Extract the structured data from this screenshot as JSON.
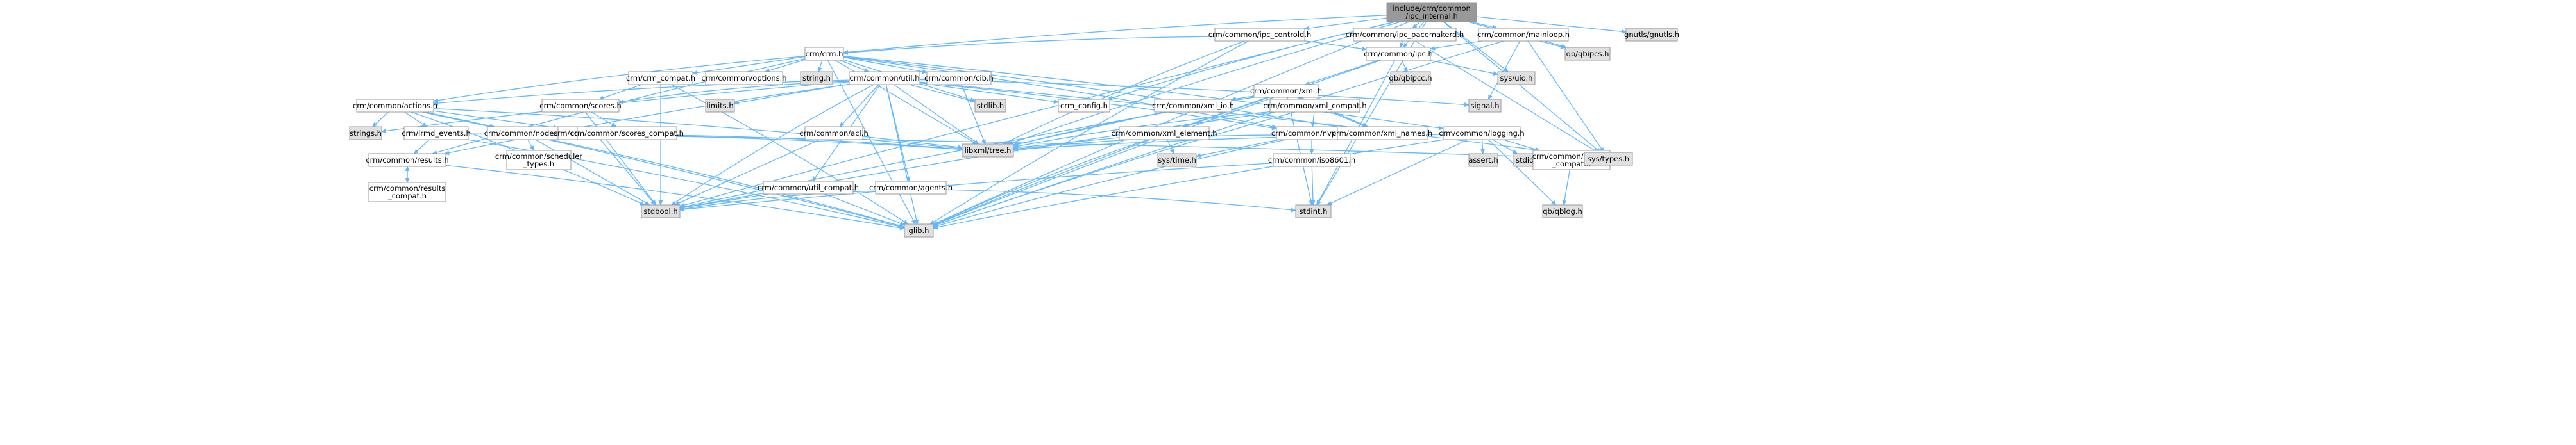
{
  "colors": {
    "root_fill": "#999999",
    "node_fill": "#ffffff",
    "system_fill": "#e0e0e0",
    "border": "#999999",
    "border_highlight": "#ff0000",
    "edge": "#63b8ff"
  },
  "nodes": [
    {
      "id": "root",
      "label": "include/crm/common\n/ipc_internal.h",
      "kind": "root"
    },
    {
      "id": "ipc_controld",
      "label": "crm/common/ipc_controld.h",
      "kind": "file"
    },
    {
      "id": "ipc_pacemakerd",
      "label": "crm/common/ipc_pacemakerd.h",
      "kind": "file"
    },
    {
      "id": "mainloop",
      "label": "crm/common/mainloop.h",
      "kind": "file"
    },
    {
      "id": "gnutls",
      "label": "gnutls/gnutls.h",
      "kind": "system"
    },
    {
      "id": "crm",
      "label": "crm/crm.h",
      "kind": "file"
    },
    {
      "id": "ipc",
      "label": "crm/common/ipc.h",
      "kind": "file"
    },
    {
      "id": "qbipcs",
      "label": "qb/qbipcs.h",
      "kind": "system"
    },
    {
      "id": "crm_compat",
      "label": "crm/crm_compat.h",
      "kind": "file"
    },
    {
      "id": "options",
      "label": "crm/common/options.h",
      "kind": "file"
    },
    {
      "id": "string",
      "label": "string.h",
      "kind": "system"
    },
    {
      "id": "util",
      "label": "crm/common/util.h",
      "kind": "file"
    },
    {
      "id": "cib",
      "label": "crm/common/cib.h",
      "kind": "file"
    },
    {
      "id": "qbipcc",
      "label": "qb/qbipcc.h",
      "kind": "system"
    },
    {
      "id": "sysuio",
      "label": "sys/uio.h",
      "kind": "system"
    },
    {
      "id": "xml",
      "label": "crm/common/xml.h",
      "kind": "file"
    },
    {
      "id": "actions",
      "label": "crm/common/actions.h",
      "kind": "file"
    },
    {
      "id": "scores",
      "label": "crm/common/scores.h",
      "kind": "file"
    },
    {
      "id": "limits",
      "label": "limits.h",
      "kind": "system"
    },
    {
      "id": "stdlib",
      "label": "stdlib.h",
      "kind": "system"
    },
    {
      "id": "crm_config",
      "label": "crm_config.h",
      "kind": "file"
    },
    {
      "id": "xml_io",
      "label": "crm/common/xml_io.h",
      "kind": "file"
    },
    {
      "id": "xml_compat",
      "label": "crm/common/xml_compat.h",
      "kind": "highlight"
    },
    {
      "id": "signal",
      "label": "signal.h",
      "kind": "system"
    },
    {
      "id": "strings",
      "label": "strings.h",
      "kind": "system"
    },
    {
      "id": "lrmd_events",
      "label": "crm/lrmd_events.h",
      "kind": "file"
    },
    {
      "id": "nodes",
      "label": "crm/common/nodes.h",
      "kind": "file"
    },
    {
      "id": "probes",
      "label": "crm/common/probes.h",
      "kind": "file"
    },
    {
      "id": "scores_compat",
      "label": "crm/common/scores_compat.h",
      "kind": "file"
    },
    {
      "id": "acl",
      "label": "crm/common/acl.h",
      "kind": "file"
    },
    {
      "id": "xml_element",
      "label": "crm/common/xml_element.h",
      "kind": "highlight"
    },
    {
      "id": "nvpair",
      "label": "crm/common/nvpair.h",
      "kind": "highlight"
    },
    {
      "id": "xml_names",
      "label": "crm/common/xml_names.h",
      "kind": "file"
    },
    {
      "id": "logging",
      "label": "crm/common/logging.h",
      "kind": "file"
    },
    {
      "id": "results",
      "label": "crm/common/results.h",
      "kind": "file"
    },
    {
      "id": "scheduler_types",
      "label": "crm/common/scheduler\n_types.h",
      "kind": "file"
    },
    {
      "id": "libxml",
      "label": "libxml/tree.h",
      "kind": "system"
    },
    {
      "id": "systime",
      "label": "sys/time.h",
      "kind": "system"
    },
    {
      "id": "iso8601",
      "label": "crm/common/iso8601.h",
      "kind": "highlight"
    },
    {
      "id": "assert",
      "label": "assert.h",
      "kind": "system"
    },
    {
      "id": "stdio",
      "label": "stdio.h",
      "kind": "system"
    },
    {
      "id": "logging_compat",
      "label": "crm/common/logging\n_compat.h",
      "kind": "file"
    },
    {
      "id": "systypes",
      "label": "sys/types.h",
      "kind": "system"
    },
    {
      "id": "util_compat",
      "label": "crm/common/util_compat.h",
      "kind": "file"
    },
    {
      "id": "agents",
      "label": "crm/common/agents.h",
      "kind": "file"
    },
    {
      "id": "results_compat",
      "label": "crm/common/results\n_compat.h",
      "kind": "file"
    },
    {
      "id": "stdbool",
      "label": "stdbool.h",
      "kind": "system"
    },
    {
      "id": "stdint",
      "label": "stdint.h",
      "kind": "system"
    },
    {
      "id": "qblog",
      "label": "qb/qblog.h",
      "kind": "system"
    },
    {
      "id": "glib",
      "label": "glib.h",
      "kind": "system"
    }
  ],
  "edges": [
    [
      "root",
      "ipc_controld"
    ],
    [
      "root",
      "ipc_pacemakerd"
    ],
    [
      "root",
      "mainloop"
    ],
    [
      "root",
      "gnutls"
    ],
    [
      "root",
      "crm"
    ],
    [
      "root",
      "ipc"
    ],
    [
      "root",
      "qbipcs"
    ],
    [
      "root",
      "sysuio"
    ],
    [
      "root",
      "crm_config"
    ],
    [
      "root",
      "libxml"
    ],
    [
      "root",
      "stdint"
    ],
    [
      "root",
      "systypes"
    ],
    [
      "root",
      "glib"
    ],
    [
      "root",
      "stdbool"
    ],
    [
      "ipc_controld",
      "crm"
    ],
    [
      "ipc_controld",
      "ipc"
    ],
    [
      "ipc_controld",
      "libxml"
    ],
    [
      "ipc_controld",
      "glib"
    ],
    [
      "ipc_pacemakerd",
      "ipc"
    ],
    [
      "ipc_pacemakerd",
      "systypes"
    ],
    [
      "mainloop",
      "ipc"
    ],
    [
      "mainloop",
      "qbipcs"
    ],
    [
      "mainloop",
      "signal"
    ],
    [
      "mainloop",
      "systypes"
    ],
    [
      "mainloop",
      "glib"
    ],
    [
      "crm",
      "crm_compat"
    ],
    [
      "crm",
      "options"
    ],
    [
      "crm",
      "string"
    ],
    [
      "crm",
      "util"
    ],
    [
      "crm",
      "cib"
    ],
    [
      "crm",
      "actions"
    ],
    [
      "crm",
      "stdlib"
    ],
    [
      "crm",
      "libxml"
    ],
    [
      "crm",
      "logging"
    ],
    [
      "crm",
      "results"
    ],
    [
      "crm",
      "glib"
    ],
    [
      "crm",
      "xml_names"
    ],
    [
      "crm",
      "nvpair"
    ],
    [
      "ipc",
      "qbipcc"
    ],
    [
      "ipc",
      "sysuio"
    ],
    [
      "ipc",
      "xml"
    ],
    [
      "ipc",
      "stdint"
    ],
    [
      "ipc",
      "glib"
    ],
    [
      "crm_compat",
      "scores"
    ],
    [
      "crm_compat",
      "glib"
    ],
    [
      "crm_compat",
      "stdbool"
    ],
    [
      "util",
      "actions"
    ],
    [
      "util",
      "scores"
    ],
    [
      "util",
      "limits"
    ],
    [
      "util",
      "stdlib"
    ],
    [
      "util",
      "crm_config"
    ],
    [
      "util",
      "signal"
    ],
    [
      "util",
      "systypes"
    ],
    [
      "util",
      "acl"
    ],
    [
      "util",
      "agents"
    ],
    [
      "util",
      "util_compat"
    ],
    [
      "util",
      "nvpair"
    ],
    [
      "util",
      "strings"
    ],
    [
      "util",
      "results"
    ],
    [
      "util",
      "stdbool"
    ],
    [
      "util",
      "glib"
    ],
    [
      "util",
      "libxml"
    ],
    [
      "cib",
      "libxml"
    ],
    [
      "xml",
      "xml_io"
    ],
    [
      "xml",
      "xml_compat"
    ],
    [
      "xml",
      "xml_element"
    ],
    [
      "xml",
      "xml_names"
    ],
    [
      "xml",
      "libxml"
    ],
    [
      "xml",
      "glib"
    ],
    [
      "xml",
      "stdbool"
    ],
    [
      "xml",
      "stdint"
    ],
    [
      "actions",
      "strings"
    ],
    [
      "actions",
      "lrmd_events"
    ],
    [
      "actions",
      "nodes"
    ],
    [
      "actions",
      "probes"
    ],
    [
      "actions",
      "stdbool"
    ],
    [
      "actions",
      "glib"
    ],
    [
      "actions",
      "libxml"
    ],
    [
      "scores",
      "scores_compat"
    ],
    [
      "scores",
      "stdbool"
    ],
    [
      "xml_io",
      "libxml"
    ],
    [
      "xml_compat",
      "nvpair"
    ],
    [
      "xml_compat",
      "xml_names"
    ],
    [
      "xml_compat",
      "libxml"
    ],
    [
      "xml_compat",
      "glib"
    ],
    [
      "xml_compat",
      "stdbool"
    ],
    [
      "lrmd_events",
      "results"
    ],
    [
      "lrmd_events",
      "glib"
    ],
    [
      "lrmd_events",
      "systypes"
    ],
    [
      "nodes",
      "scheduler_types"
    ],
    [
      "nodes",
      "glib"
    ],
    [
      "nodes",
      "stdbool"
    ],
    [
      "nodes",
      "libxml"
    ],
    [
      "probes",
      "libxml"
    ],
    [
      "probes",
      "stdbool"
    ],
    [
      "acl",
      "libxml"
    ],
    [
      "acl",
      "stdbool"
    ],
    [
      "xml_element",
      "libxml"
    ],
    [
      "xml_element",
      "systime"
    ],
    [
      "xml_element",
      "glib"
    ],
    [
      "nvpair",
      "iso8601"
    ],
    [
      "nvpair",
      "systime"
    ],
    [
      "nvpair",
      "libxml"
    ],
    [
      "nvpair",
      "glib"
    ],
    [
      "logging",
      "libxml"
    ],
    [
      "logging",
      "assert"
    ],
    [
      "logging",
      "stdio"
    ],
    [
      "logging",
      "logging_compat"
    ],
    [
      "logging",
      "stdint"
    ],
    [
      "logging",
      "qblog"
    ],
    [
      "logging",
      "glib"
    ],
    [
      "results",
      "results_compat"
    ],
    [
      "results",
      "glib"
    ],
    [
      "results_compat",
      "results"
    ],
    [
      "iso8601",
      "stdint"
    ],
    [
      "iso8601",
      "stdbool"
    ],
    [
      "logging_compat",
      "qblog"
    ],
    [
      "util_compat",
      "stdbool"
    ],
    [
      "util_compat",
      "glib"
    ],
    [
      "agents",
      "stdint"
    ],
    [
      "agents",
      "stdbool"
    ]
  ]
}
